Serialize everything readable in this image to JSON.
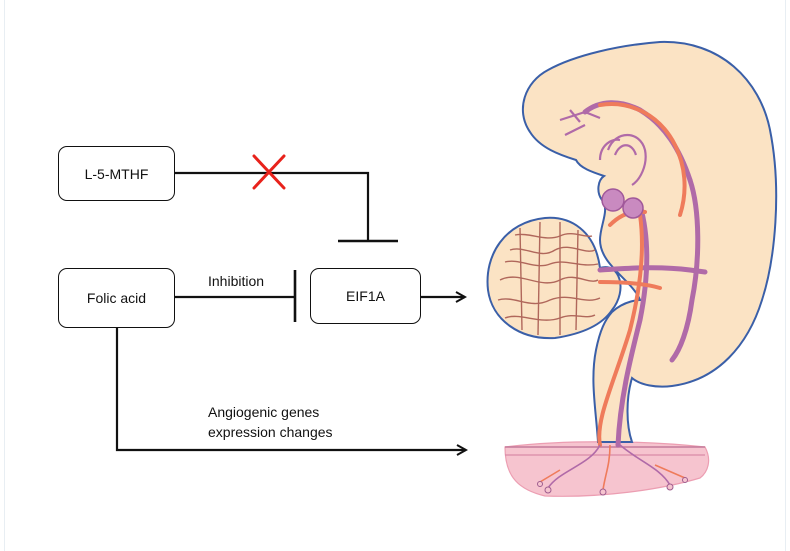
{
  "nodes": {
    "l5mthf": "L-5-MTHF",
    "folic_acid": "Folic acid",
    "eif1a": "EIF1A"
  },
  "edges": {
    "inhibition": "Inhibition",
    "angiogenic_line1": "Angiogenic genes",
    "angiogenic_line2": "expression changes"
  },
  "colors": {
    "line": "#111111",
    "cross": "#e8221b",
    "embryo_fill": "#fbe3c4",
    "embryo_outline": "#3a5fa8",
    "artery": "#ef7b5b",
    "vein": "#b06aa8",
    "placenta": "#f3b3c2"
  },
  "icons": {
    "blocked_link": "red-x-icon",
    "embryo": "embryo-vasculature-illustration"
  }
}
